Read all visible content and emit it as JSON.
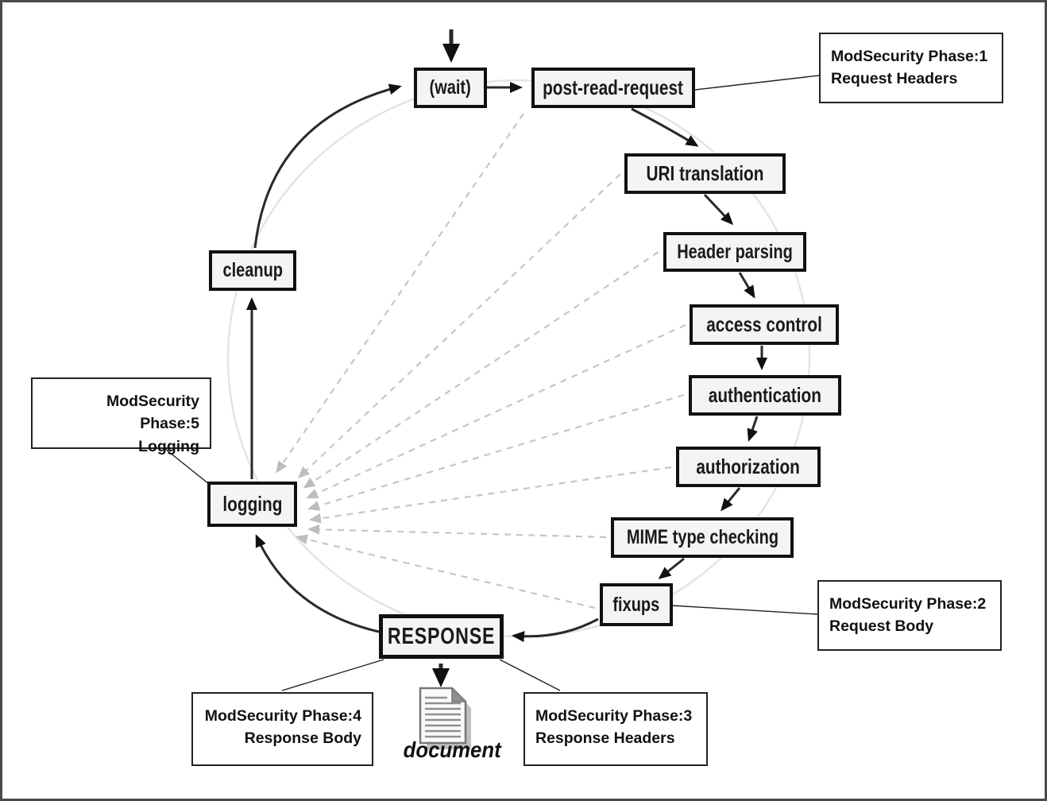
{
  "diagram": {
    "title_hint": "Apache request cycle with ModSecurity phases",
    "nodes": {
      "wait": {
        "label": "(wait)"
      },
      "post_read_request": {
        "label": "post-read-request"
      },
      "uri_translation": {
        "label": "URI translation"
      },
      "header_parsing": {
        "label": "Header parsing"
      },
      "access_control": {
        "label": "access control"
      },
      "authentication": {
        "label": "authentication"
      },
      "authorization": {
        "label": "authorization"
      },
      "mime_type_checking": {
        "label": "MIME type checking"
      },
      "fixups": {
        "label": "fixups"
      },
      "response": {
        "label": "RESPONSE"
      },
      "logging": {
        "label": "logging"
      },
      "cleanup": {
        "label": "cleanup"
      }
    },
    "callouts": {
      "phase1": {
        "line1": "ModSecurity Phase:1",
        "line2": "Request Headers"
      },
      "phase2": {
        "line1": "ModSecurity Phase:2",
        "line2": "Request Body"
      },
      "phase3": {
        "line1": "ModSecurity Phase:3",
        "line2": "Response Headers"
      },
      "phase4": {
        "line1": "ModSecurity Phase:4",
        "line2": "Response Body"
      },
      "phase5": {
        "line1": "ModSecurity Phase:5",
        "line2": "Logging"
      }
    },
    "document_label": "document",
    "colors": {
      "node_fill": "#f4f4f4",
      "node_border": "#111111",
      "solid_arrow": "#2a2a2a",
      "dashed_line": "#c6c6c6",
      "faint_ellipse": "#e4e4e4",
      "callout_border": "#222222"
    }
  }
}
